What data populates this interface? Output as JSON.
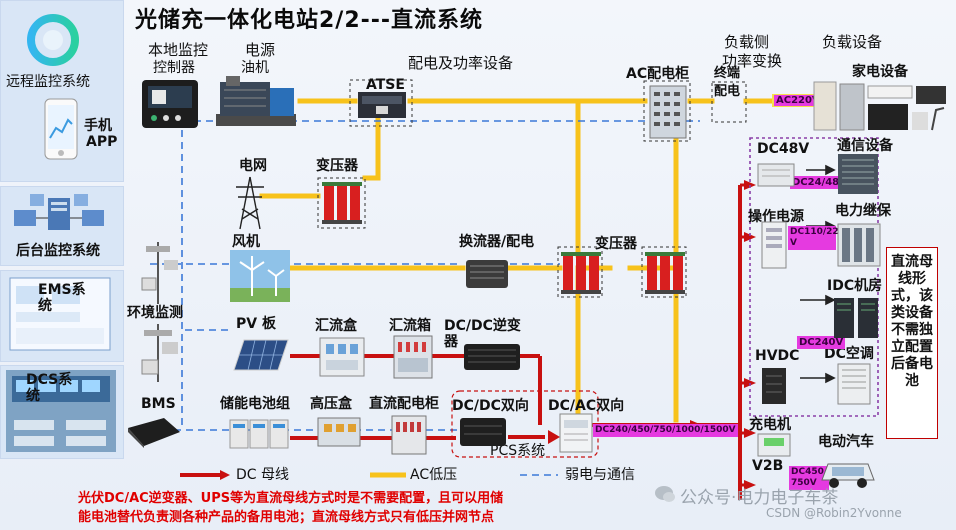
{
  "title": "光储充一体化电站2/2---直流系统",
  "left": {
    "remote_monitor": "远程监控系统",
    "mobile_line1": "手机",
    "mobile_line2": "APP",
    "backend_monitor": "后台监控系统",
    "ems_line1": "EMS系",
    "ems_line2": "统",
    "dcs_line1": "DCS系",
    "dcs_line2": "统"
  },
  "labels": {
    "local_monitor_1": "本地监控",
    "local_monitor_2": "控制器",
    "power_source": "电源",
    "diesel_gen": "油机",
    "distribution": "配电及功率设备",
    "atse": "ATSE",
    "ac_cabinet": "AC配电柜",
    "load_side_1": "负载侧",
    "load_side_2": "功率变换",
    "load_device": "负载设备",
    "terminal_1": "终端",
    "terminal_2": "配电",
    "home_appliance": "家电设备",
    "grid": "电网",
    "transformer": "变压器",
    "wind": "风机",
    "converter": "换流器/配电",
    "env_monitor": "环境监测",
    "pv": "PV 板",
    "combiner": "汇流盒",
    "combiner_box": "汇流箱",
    "dcdc_inv_1": "DC/DC逆变",
    "dcdc_inv_2": "器",
    "bms": "BMS",
    "battery": "储能电池组",
    "hv_box": "高压盒",
    "dc_cabinet": "直流配电柜",
    "dcdc_bidir": "DC/DC双向",
    "dcac_bidir": "DC/AC双向",
    "pcs": "PCS系统",
    "dc48v": "DC48V",
    "comm_device": "通信设备",
    "op_power": "操作电源",
    "relay": "电力继保",
    "idc": "IDC机房",
    "hvdc": "HVDC",
    "dc_aircon": "DC空调",
    "charger": "充电机",
    "ev": "电动汽车",
    "v2b": "V2B"
  },
  "tags": {
    "ac220v": "AC220V",
    "dc24_48": "DC24/48",
    "dc110_220_1": "DC110/220",
    "dc110_220_2": "V",
    "dc240v": "DC240V",
    "dc_range": "DC240/450/750/1000/1500V",
    "dc450_1": "DC450/",
    "dc450_2": "750V"
  },
  "note": {
    "right": "直流母线形式，该类设备不需独立配置后备电池",
    "bottom_1": "光伏DC/AC逆变器、UPS等为直流母线方式时是不需要配置，且可以用储",
    "bottom_2": "能电池替代负责测各种产品的备用电池；直流母线方式只有低压并网节点"
  },
  "legend": {
    "dc_bus": "DC 母线",
    "ac_low": "AC低压",
    "comm": "弱电与通信"
  },
  "watermark": {
    "wechat": "公众号·电力电子车茶",
    "csdn": "CSDN @Robin2Yvonne"
  },
  "colors": {
    "dc_bus": "#c81010",
    "ac_low": "#f7c21b",
    "comm": "#3b78d8",
    "voltage_tag": "#e53ae0"
  }
}
